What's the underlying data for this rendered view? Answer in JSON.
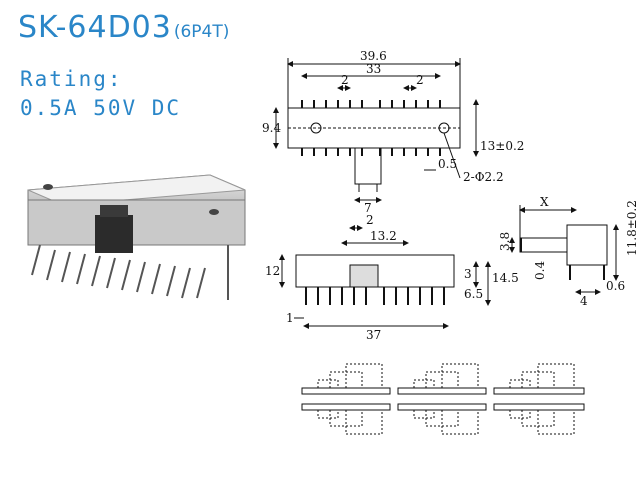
{
  "header": {
    "model": "SK-64D03",
    "config": "(6P4T)",
    "rating_label": "Rating:",
    "rating_value": "0.5A  50V  DC"
  },
  "top_view": {
    "overall_width": "39.6",
    "pin_span": "33",
    "pitch_left": "2",
    "pitch_right": "2",
    "height": "9.4",
    "right_height": "13±0.2",
    "pin_dia": "0.5",
    "holes": "2-Φ2.2",
    "slider_width": "7"
  },
  "front_view": {
    "actuator_travel": "2",
    "actuator_span": "13.2",
    "body_height": "12",
    "side_a": "3",
    "side_b": "6.5",
    "side_c": "14.5",
    "pin_offset": "1",
    "total_width": "37"
  },
  "side_view": {
    "x_label": "X",
    "stem_dia": "3.8",
    "height": "11.8±0.2",
    "pin_thick": "0.4",
    "base_width": "4",
    "tab": "0.6"
  },
  "colors": {
    "title": "#2a86c8",
    "line": "#111111"
  }
}
